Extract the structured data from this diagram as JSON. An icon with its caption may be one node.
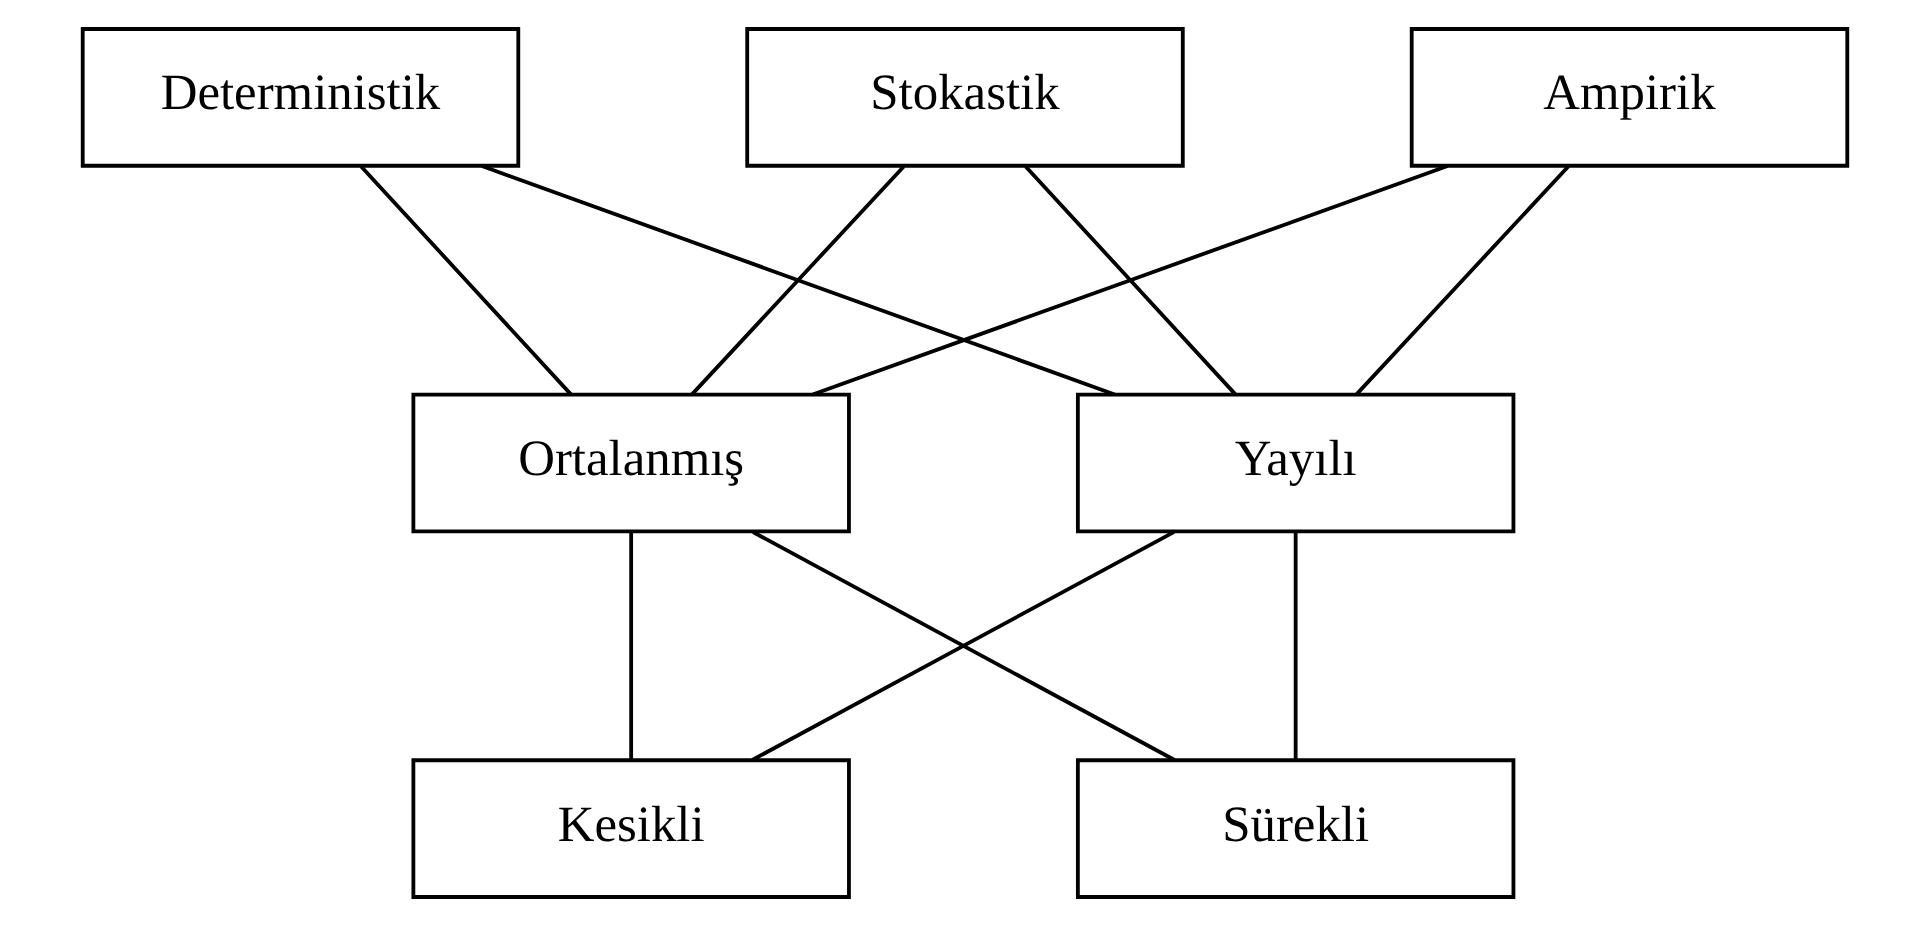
{
  "diagram": {
    "nodes": [
      {
        "text": [
          "Deterministik"
        ]
      },
      {
        "text": [
          "Stokastik"
        ]
      },
      {
        "text": [
          "Ampirik"
        ]
      },
      {
        "text": [
          "Ortalanmış"
        ]
      },
      {
        "text": [
          "Yayılı"
        ]
      },
      {
        "text": [
          "Kesikli"
        ]
      },
      {
        "text": [
          "Sürekli"
        ]
      }
    ],
    "edges": [
      {
        "from": 0,
        "to": 3,
        "arrow": "none"
      },
      {
        "from": 0,
        "to": 4,
        "arrow": "none"
      },
      {
        "from": 1,
        "to": 3,
        "arrow": "none"
      },
      {
        "from": 1,
        "to": 4,
        "arrow": "none"
      },
      {
        "from": 2,
        "to": 3,
        "arrow": "none"
      },
      {
        "from": 2,
        "to": 4,
        "arrow": "none"
      },
      {
        "from": 3,
        "to": 5,
        "arrow": "none"
      },
      {
        "from": 3,
        "to": 6,
        "arrow": "none"
      },
      {
        "from": 4,
        "to": 5,
        "arrow": "none"
      },
      {
        "from": 4,
        "to": 6,
        "arrow": "none"
      }
    ]
  }
}
